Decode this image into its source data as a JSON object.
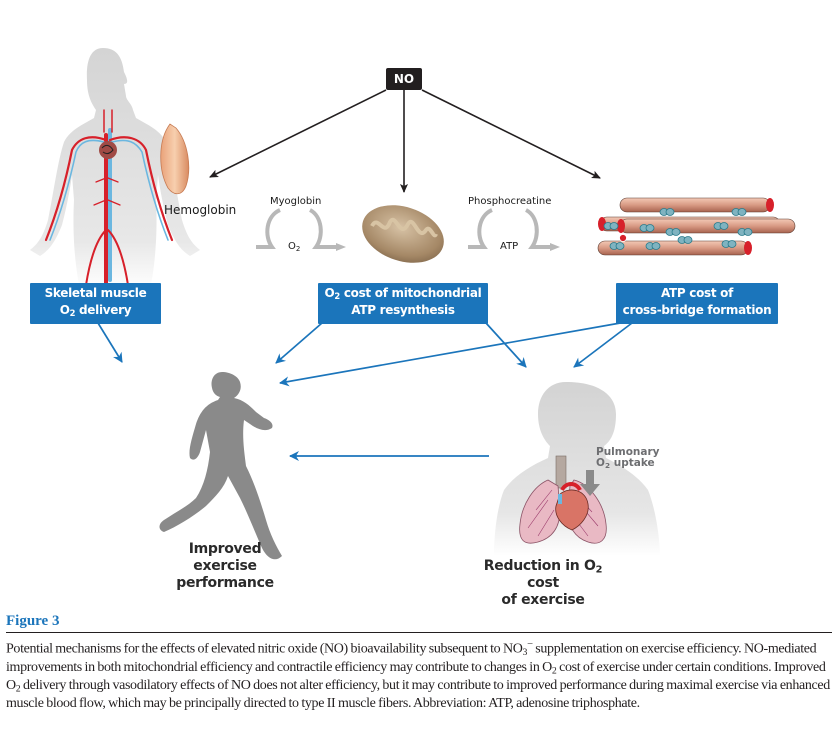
{
  "diagram": {
    "root_node": {
      "label": "NO"
    },
    "mechanisms": [
      {
        "id": "o2-delivery",
        "illustration": "human-vascular-system",
        "annotation": "Hemoglobin",
        "box_line1": "Skeletal muscle",
        "box_line2_prefix": "O",
        "box_line2_sub": "2",
        "box_line2_suffix": " delivery"
      },
      {
        "id": "mitochondrial",
        "illustration": "mitochondrion",
        "annotation_label": "Myoglobin",
        "annotation_cycle_prefix": "O",
        "annotation_cycle_sub": "2",
        "box_line1_prefix": "O",
        "box_line1_sub": "2",
        "box_line1_suffix": " cost of mitochondrial",
        "box_line2": "ATP resynthesis"
      },
      {
        "id": "cross-bridge",
        "illustration": "actin-myosin-filaments",
        "annotation_label": "Phosphocreatine",
        "annotation_cycle": "ATP",
        "box_line1": "ATP cost of",
        "box_line2": "cross-bridge formation"
      }
    ],
    "outcomes": {
      "performance": {
        "illustration": "runner-silhouette",
        "line1": "Improved",
        "line2": "exercise",
        "line3": "performance"
      },
      "o2_cost": {
        "illustration": "torso-lungs-heart",
        "line1_prefix": "Reduction in O",
        "line1_sub": "2",
        "line1_suffix": " cost",
        "line2": "of exercise",
        "side_label_line1": "Pulmonary",
        "side_label_line2_prefix": "O",
        "side_label_line2_sub": "2",
        "side_label_line2_suffix": " uptake"
      }
    },
    "colors": {
      "box_fill": "#1b75bb",
      "blue_arrow": "#1b75bb",
      "black_arrow": "#231f20",
      "caption_title": "#1b75bb",
      "silhouette": "#8a8a8a",
      "body_outline": "#d6d6d6"
    }
  },
  "caption": {
    "title": "Figure 3",
    "body_part1": "Potential mechanisms for the effects of elevated nitric oxide (NO) bioavailability subsequent to NO",
    "body_sub1": "3",
    "body_sup1": "−",
    "body_part2": " supplementation on exercise efficiency. NO-mediated improvements in both mitochondrial efficiency and contractile efficiency may contribute to changes in O",
    "body_sub2": "2",
    "body_part3": " cost of exercise under certain conditions. Improved O",
    "body_sub3": "2",
    "body_part4": " delivery through vasodilatory effects of NO does not alter efficiency, but it may contribute to improved performance during maximal exercise via enhanced muscle blood flow, which may be principally directed to type II muscle fibers. Abbreviation: ATP, adenosine triphosphate."
  }
}
